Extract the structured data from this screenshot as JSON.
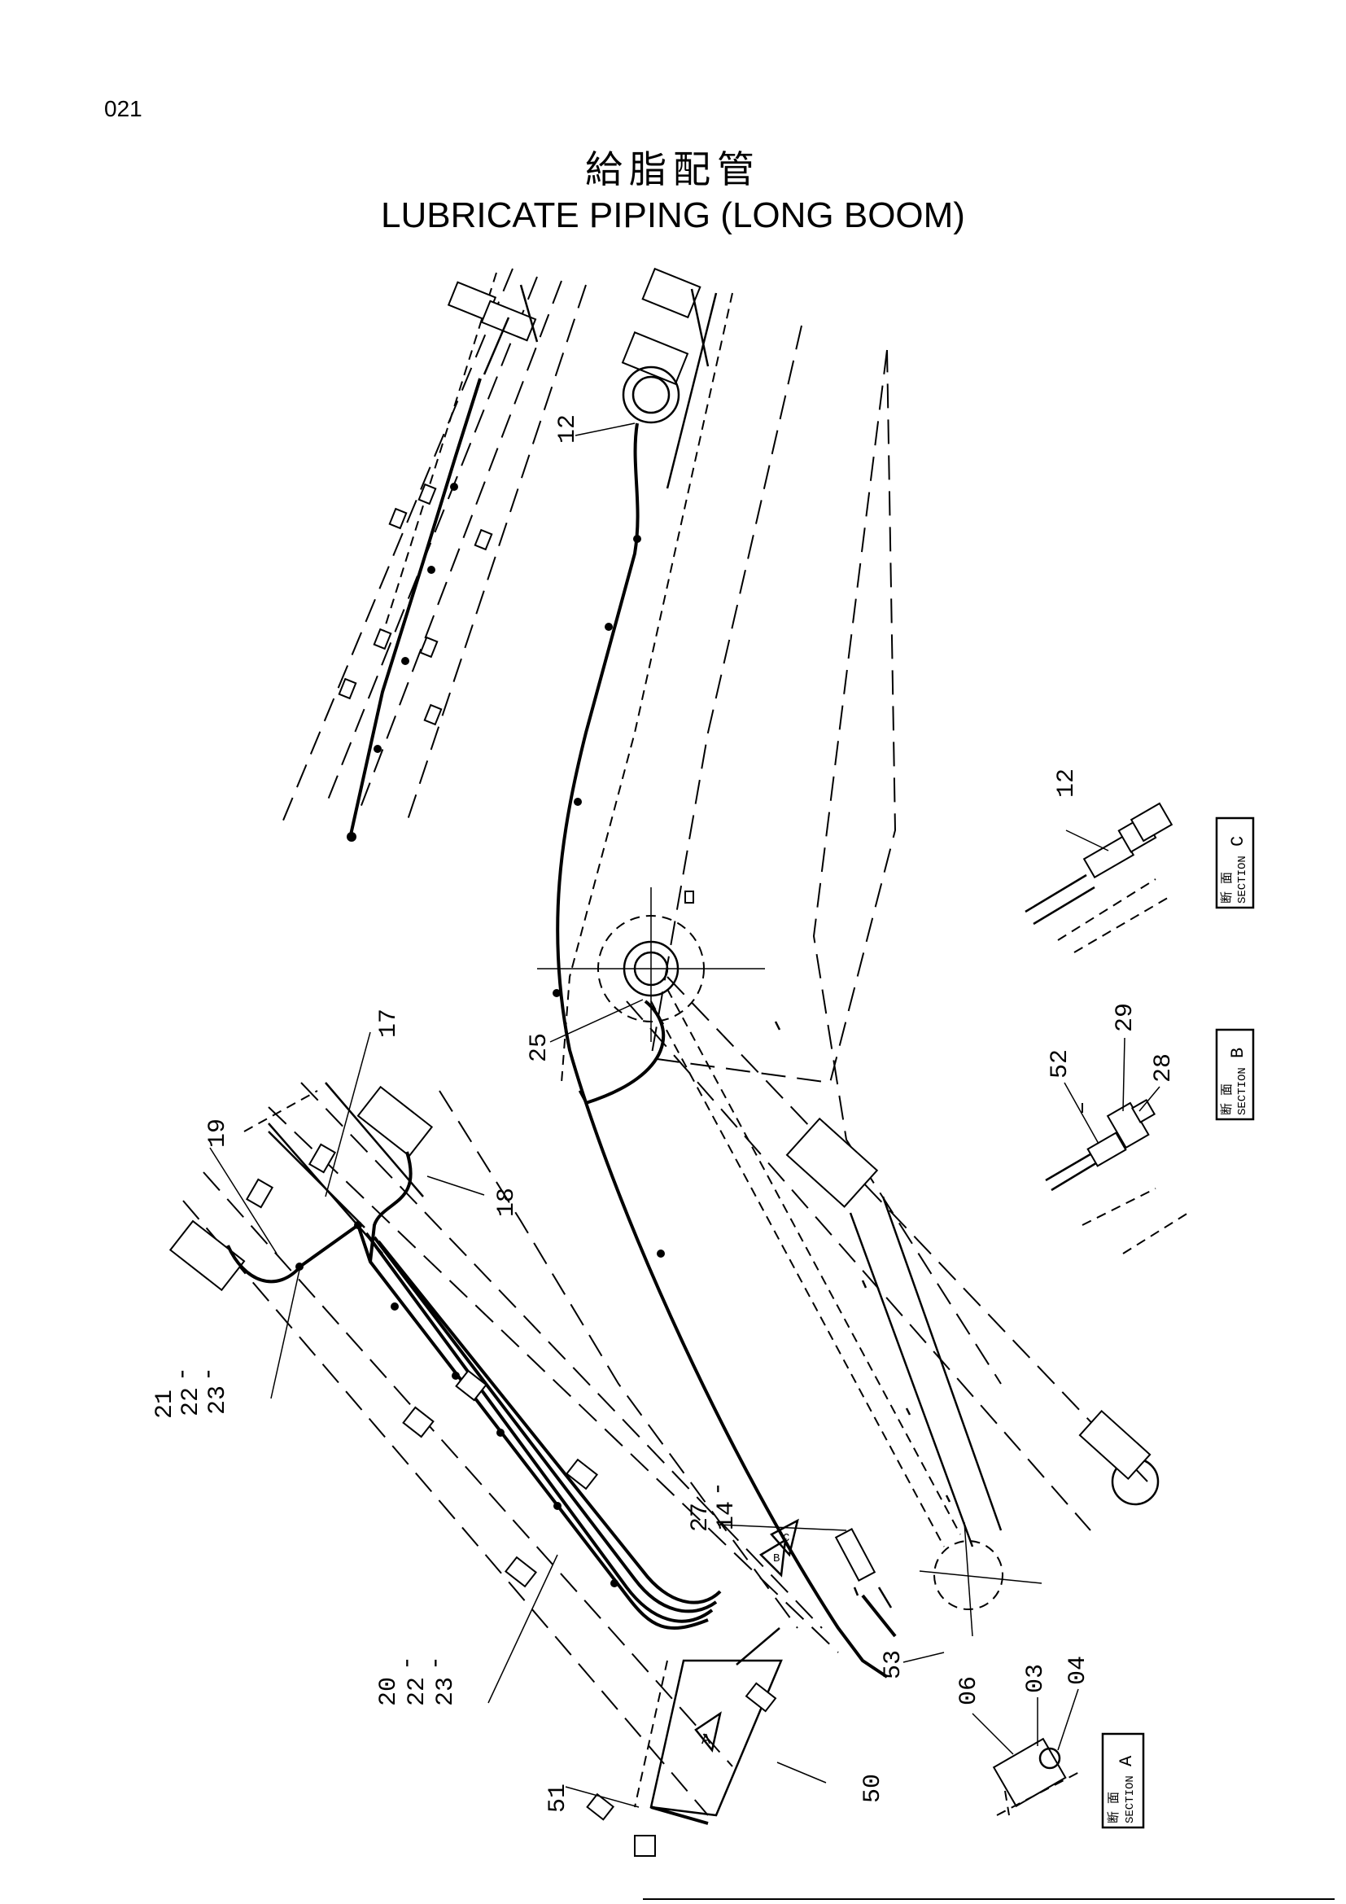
{
  "page_number": "021",
  "title_jp": "給脂配管",
  "title_en": "LUBRICATE PIPING (LONG BOOM)",
  "callouts": {
    "c12": "12",
    "c25": "25",
    "c17": "17",
    "c19": "19",
    "c18": "18",
    "c21": "21",
    "c22a": "22",
    "c23a": "23",
    "c27": "27",
    "c14": "14",
    "c53": "53",
    "c20": "20",
    "c22b": "22",
    "c23b": "23",
    "c51": "51",
    "c50": "50",
    "c06": "06",
    "c03": "03",
    "c04": "04",
    "c52": "52",
    "c29": "29",
    "c28": "28",
    "c12b": "12",
    "dash": "-"
  },
  "sections": {
    "a": {
      "jp": "断 面",
      "label": "SECTION",
      "letter": "A"
    },
    "b": {
      "jp": "断 面",
      "label": "SECTION",
      "letter": "B"
    },
    "c": {
      "jp": "断 面",
      "label": "SECTION",
      "letter": "C"
    }
  },
  "view_markers": {
    "a": "A",
    "b": "B",
    "c": "C"
  }
}
